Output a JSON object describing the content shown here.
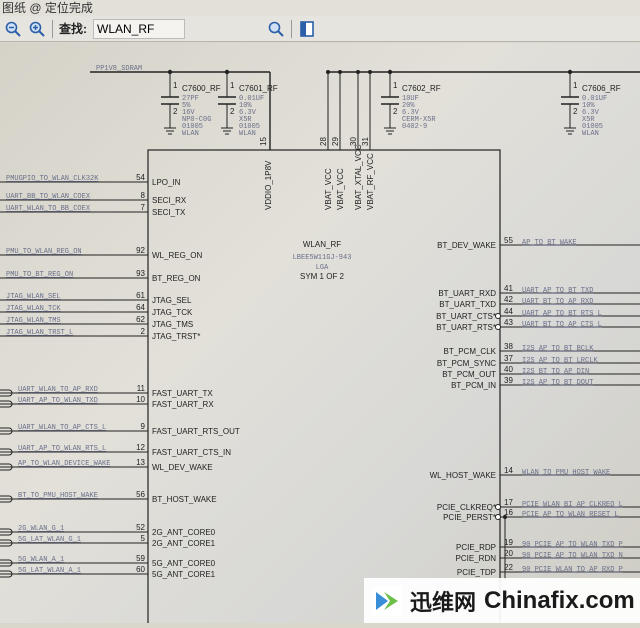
{
  "window": {
    "title": "图纸 @ 定位完成"
  },
  "toolbar": {
    "find_label": "查找:",
    "find_value": "WLAN_RF"
  },
  "power_net": "PP1V8_SDRAM",
  "chip": {
    "name": "WLAN_RF",
    "part": "LBEE5W11GJ-943",
    "package": "LGA",
    "sym": "SYM 1 OF 2"
  },
  "capacitors": [
    {
      "ref": "C7600_RF",
      "lines": [
        "27PF",
        "5%",
        "16V",
        "NP0-C0G",
        "01005",
        "WLAN"
      ]
    },
    {
      "ref": "C7601_RF",
      "lines": [
        "0.01UF",
        "10%",
        "6.3V",
        "X5R",
        "01005",
        "WLAN"
      ]
    },
    {
      "ref": "C7602_RF",
      "lines": [
        "10UF",
        "20%",
        "6.3V",
        "CERM-X5R",
        "0402-9"
      ]
    },
    {
      "ref": "C7606_RF",
      "lines": [
        "0.01UF",
        "10%",
        "6.3V",
        "X5R",
        "01005",
        "WLAN"
      ]
    }
  ],
  "top_pins": [
    {
      "name": "VDDIO_1P8V",
      "num": "15"
    },
    {
      "name": "VBAT_VCC",
      "num": "28"
    },
    {
      "name": "VBAT_VCC",
      "num": "29"
    },
    {
      "name": "VBAT_XTAL_VCC",
      "num": "30"
    },
    {
      "name": "VBAT_RF_VCC",
      "num": "31"
    }
  ],
  "left_pins": [
    {
      "name": "LPO_IN",
      "num": "54",
      "net": "PMUGPIO_TO_WLAN_CLK32K"
    },
    {
      "name": "SECI_RX",
      "num": "8",
      "net": "UART_BB_TO_WLAN_COEX"
    },
    {
      "name": "SECI_TX",
      "num": "7",
      "net": "UART_WLAN_TO_BB_COEX"
    },
    {
      "name": "WL_REG_ON",
      "num": "92",
      "net": "PMU_TO_WLAN_REG_ON"
    },
    {
      "name": "BT_REG_ON",
      "num": "93",
      "net": "PMU_TO_BT_REG_ON"
    },
    {
      "name": "JTAG_SEL",
      "num": "61",
      "net": "JTAG_WLAN_SEL"
    },
    {
      "name": "JTAG_TCK",
      "num": "64",
      "net": "JTAG_WLAN_TCK"
    },
    {
      "name": "JTAG_TMS",
      "num": "62",
      "net": "JTAG_WLAN_TMS"
    },
    {
      "name": "JTAG_TRST*",
      "num": "2",
      "net": "JTAG_WLAN_TRST_L"
    },
    {
      "name": "FAST_UART_TX",
      "num": "11",
      "net": "UART_WLAN_TO_AP_RXD"
    },
    {
      "name": "FAST_UART_RX",
      "num": "10",
      "net": "UART_AP_TO_WLAN_TXD"
    },
    {
      "name": "FAST_UART_RTS_OUT",
      "num": "9",
      "net": "UART_WLAN_TO_AP_CTS_L"
    },
    {
      "name": "FAST_UART_CTS_IN",
      "num": "12",
      "net": "UART_AP_TO_WLAN_RTS_L"
    },
    {
      "name": "WL_DEV_WAKE",
      "num": "13",
      "net": "AP_TO_WLAN_DEVICE_WAKE"
    },
    {
      "name": "BT_HOST_WAKE",
      "num": "56",
      "net": "BT_TO_PMU_HOST_WAKE"
    },
    {
      "name": "2G_ANT_CORE0",
      "num": "52",
      "net": "2G_WLAN_G_1"
    },
    {
      "name": "2G_ANT_CORE1",
      "num": "5",
      "net": "5G_LAT_WLAN_G_1"
    },
    {
      "name": "5G_ANT_CORE0",
      "num": "59",
      "net": "5G_WLAN_A_1"
    },
    {
      "name": "5G_ANT_CORE1",
      "num": "60",
      "net": "5G_LAT_WLAN_A_1"
    }
  ],
  "right_pins": [
    {
      "name": "BT_DEV_WAKE",
      "num": "55",
      "net": "AP_TO_BT_WAKE"
    },
    {
      "name": "BT_UART_RXD",
      "num": "41",
      "net": "UART_AP_TO_BT_TXD"
    },
    {
      "name": "BT_UART_TXD",
      "num": "42",
      "net": "UART_BT_TO_AP_RXD"
    },
    {
      "name": "BT_UART_CTS*",
      "num": "44",
      "net": "UART_AP_TO_BT_RTS_L"
    },
    {
      "name": "BT_UART_RTS*",
      "num": "43",
      "net": "UART_BT_TO_AP_CTS_L"
    },
    {
      "name": "BT_PCM_CLK",
      "num": "38",
      "net": "I2S_AP_TO_BT_BCLK"
    },
    {
      "name": "BT_PCM_SYNC",
      "num": "37",
      "net": "I2S_AP_TO_BT_LRCLK"
    },
    {
      "name": "BT_PCM_OUT",
      "num": "40",
      "net": "I2S_BT_TO_AP_DIN"
    },
    {
      "name": "BT_PCM_IN",
      "num": "39",
      "net": "I2S_AP_TO_BT_DOUT"
    },
    {
      "name": "WL_HOST_WAKE",
      "num": "14",
      "net": "WLAN_TO_PMU_HOST_WAKE"
    },
    {
      "name": "PCIE_CLKREQ*",
      "num": "17",
      "net": "PCIE_WLAN_BI_AP_CLKREQ_L"
    },
    {
      "name": "PCIE_PERST*",
      "num": "16",
      "net": "PCIE_AP_TO_WLAN_RESET_L"
    },
    {
      "name": "PCIE_RDP",
      "num": "19",
      "net": "90_PCIE_AP_TO_WLAN_TXD_P"
    },
    {
      "name": "PCIE_RDN",
      "num": "20",
      "net": "90_PCIE_AP_TO_WLAN_TXD_N"
    },
    {
      "name": "PCIE_TDP",
      "num": "22",
      "net": "90_PCIE_WLAN_TO_AP_RXD_P"
    }
  ],
  "watermark": {
    "cn": "迅维网",
    "en": "Chinafix.com"
  }
}
